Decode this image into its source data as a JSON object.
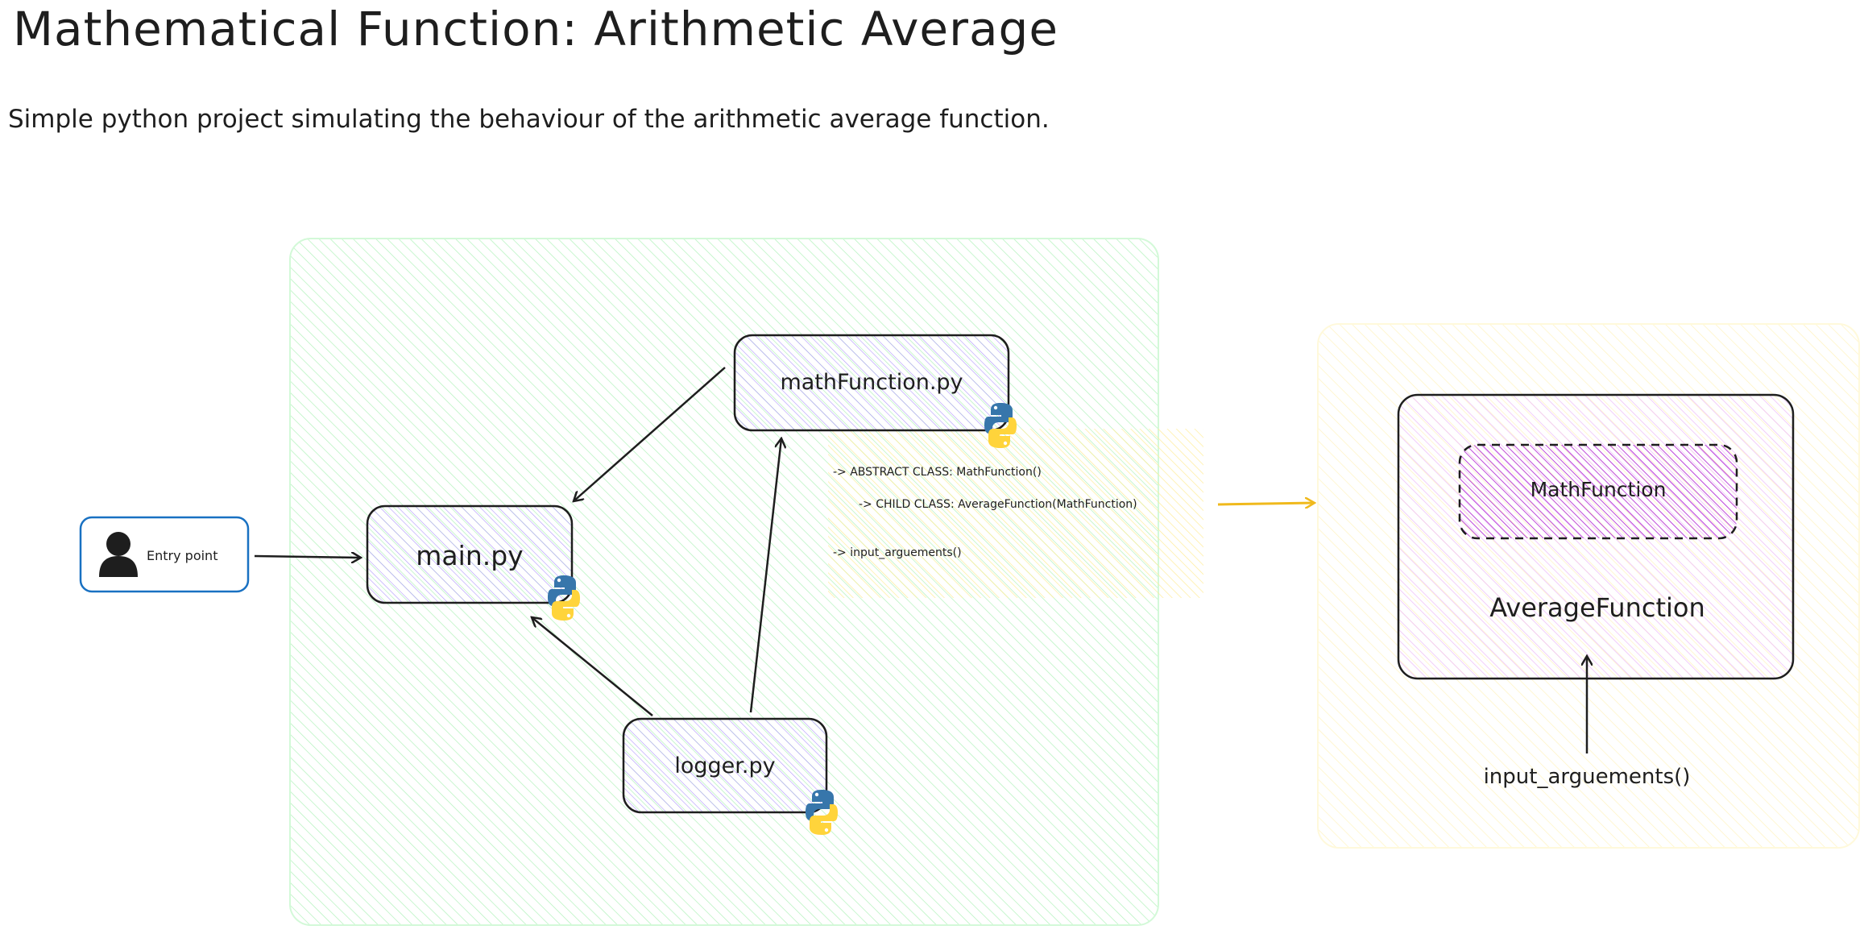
{
  "header": {
    "title": "Mathematical Function: Arithmetic Average",
    "subtitle": "Simple python project simulating the behaviour of the arithmetic average function."
  },
  "entry": {
    "label": "Entry point",
    "icon": "user-icon"
  },
  "files": {
    "main": "main.py",
    "math_function": "mathFunction.py",
    "logger": "logger.py",
    "icon": "python-logo-icon"
  },
  "notes": {
    "line1": "-> ABSTRACT CLASS: MathFunction()",
    "line2": "-> CHILD CLASS: AverageFunction(MathFunction)",
    "line3": "-> input_arguements()"
  },
  "class_diagram": {
    "inner": "MathFunction",
    "outer": "AverageFunction",
    "input": "input_arguements()"
  },
  "colors": {
    "green_zone": "#b2f2bb",
    "yellow_zone": "#fff9db",
    "note_fill": "#ffec99",
    "file_fill": "#d0bfff",
    "class_fill": "#eebefa",
    "inner_fill": "#be4bdb",
    "entry_border": "#1971c2",
    "arrow_yellow": "#f0b91c",
    "python_blue": "#3776ab",
    "python_yellow": "#ffd43b"
  }
}
